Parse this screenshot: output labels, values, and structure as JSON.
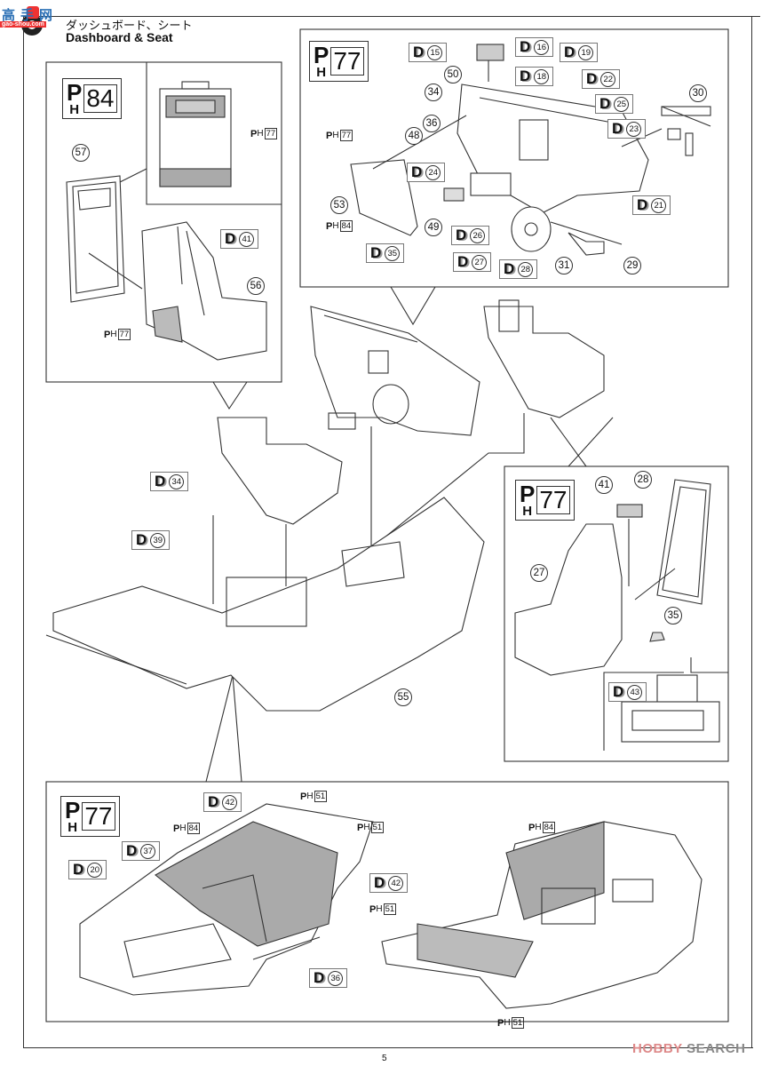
{
  "header": {
    "logo_text": "高手网",
    "logo_sub": "gao-shou.com",
    "title_jp": "ダッシュボード、シート",
    "title_en": "Dashboard & Seat"
  },
  "panels": {
    "seat_rear_detail": {
      "paint_code": "84",
      "paint_prefix": "P",
      "paint_sub": "H",
      "parts": [
        "57",
        "56"
      ],
      "decals": [
        {
          "label": "D",
          "num": "41"
        }
      ],
      "paint_refs": [
        "77",
        "77"
      ]
    },
    "dashboard_detail": {
      "paint_code": "77",
      "paint_prefix": "P",
      "paint_sub": "H",
      "parts": [
        "50",
        "34",
        "36",
        "48",
        "53",
        "49",
        "31",
        "29",
        "30"
      ],
      "decals": [
        {
          "label": "D",
          "num": "15"
        },
        {
          "label": "D",
          "num": "16"
        },
        {
          "label": "D",
          "num": "18"
        },
        {
          "label": "D",
          "num": "19"
        },
        {
          "label": "D",
          "num": "22"
        },
        {
          "label": "D",
          "num": "25"
        },
        {
          "label": "D",
          "num": "23"
        },
        {
          "label": "D",
          "num": "24"
        },
        {
          "label": "D",
          "num": "21"
        },
        {
          "label": "D",
          "num": "26"
        },
        {
          "label": "D",
          "num": "27"
        },
        {
          "label": "D",
          "num": "28"
        },
        {
          "label": "D",
          "num": "35"
        }
      ],
      "paint_refs": [
        "77",
        "84"
      ]
    },
    "main_assembly": {
      "decals": [
        {
          "label": "D",
          "num": "34"
        },
        {
          "label": "D",
          "num": "39"
        }
      ],
      "parts": [
        "55"
      ]
    },
    "front_seat_detail": {
      "paint_code": "77",
      "paint_prefix": "P",
      "paint_sub": "H",
      "parts": [
        "41",
        "28",
        "27",
        "35"
      ],
      "decals": [
        {
          "label": "D",
          "num": "43"
        }
      ]
    },
    "finished_interior": {
      "paint_code": "77",
      "paint_prefix": "P",
      "paint_sub": "H",
      "decals": [
        {
          "label": "D",
          "num": "42"
        },
        {
          "label": "D",
          "num": "37"
        },
        {
          "label": "D",
          "num": "20"
        },
        {
          "label": "D",
          "num": "42"
        },
        {
          "label": "D",
          "num": "36"
        }
      ],
      "paint_refs": [
        "51",
        "84",
        "51",
        "51",
        "84",
        "51"
      ]
    }
  },
  "footer": {
    "page_number": "5",
    "watermark_a": "HOBBY",
    "watermark_b": "SEARCH"
  }
}
